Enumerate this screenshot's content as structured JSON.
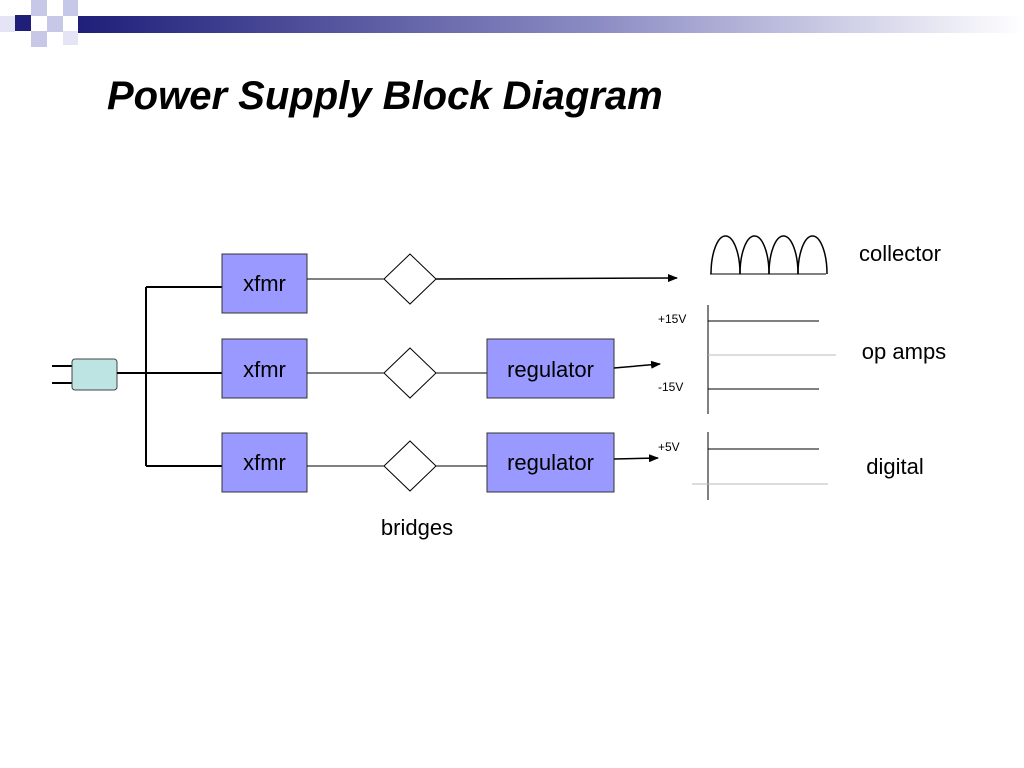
{
  "slide": {
    "title": "Power Supply Block Diagram"
  },
  "colors": {
    "block_fill": "#9999FF",
    "plug_fill": "#BDE3E3",
    "header_navy": "#1F1F7A",
    "header_gradient_end": "#FFFFFF"
  },
  "diagram": {
    "transformers": [
      "xfmr",
      "xfmr",
      "xfmr"
    ],
    "regulators": [
      "regulator",
      "regulator"
    ],
    "bridges_label": "bridges",
    "outputs": {
      "collector": {
        "label": "collector",
        "waveform": "full-wave rectified"
      },
      "op_amps": {
        "label": "op amps",
        "rails": [
          "+15V",
          "-15V"
        ]
      },
      "digital": {
        "label": "digital",
        "rails": [
          "+5V"
        ]
      }
    }
  }
}
